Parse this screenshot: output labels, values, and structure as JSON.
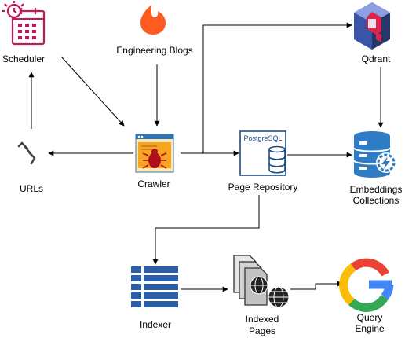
{
  "nodes": {
    "scheduler": {
      "label": "Scheduler",
      "icon": "calendar-clock-icon"
    },
    "engineering_blogs": {
      "label": "Engineering Blogs",
      "icon": "flame-logo-icon"
    },
    "qdrant": {
      "label": "Qdrant",
      "icon": "qdrant-logo-icon"
    },
    "urls": {
      "label": "URLs",
      "icon": "chain-link-icon"
    },
    "crawler": {
      "label": "Crawler",
      "icon": "bug-browser-icon"
    },
    "page_repository": {
      "label": "Page Repository",
      "icon": "postgresql-database-icon",
      "badge": "PostgreSQL"
    },
    "embeddings": {
      "label_line1": "Embeddings",
      "label_line2": "Collections",
      "icon": "database-lightning-icon"
    },
    "indexer": {
      "label": "Indexer",
      "icon": "index-table-icon"
    },
    "indexed_pages": {
      "label_line1": "Indexed",
      "label_line2": "Pages",
      "icon": "web-pages-icon"
    },
    "query_engine": {
      "label_line1": "Query",
      "label_line2": "Engine",
      "icon": "google-g-icon"
    }
  },
  "colors": {
    "scheduler": "#c2185b",
    "blogs": "#ff5a1f",
    "qdrant_outer": "#24386c",
    "qdrant_inner": "#dc244c",
    "qdrant_light": "#8d9fe3",
    "crawler_bar": "#2f74b5",
    "crawler_panel": "#f6a623",
    "crawler_bug": "#b0101e",
    "repository": "#1e4b86",
    "embeddings": "#2e7cc4",
    "indexer": "#2a5ea8",
    "google_blue": "#4285f4",
    "google_red": "#ea4335",
    "google_yellow": "#fbbc05",
    "google_green": "#34a853"
  }
}
